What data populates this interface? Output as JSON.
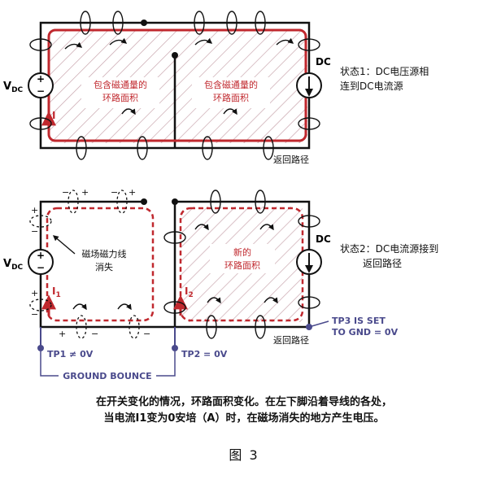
{
  "colors": {
    "wire": "#111111",
    "loop": "#c0282e",
    "hatch": "#c9a6ae",
    "tp": "#4a4a8c",
    "label_red": "#c0282e"
  },
  "top": {
    "vdc": "V",
    "vdc_sub": "DC",
    "plus": "+",
    "minus": "−",
    "current": "I",
    "dc": "DC",
    "left_area": [
      "包含磁通量的",
      "环路面积"
    ],
    "right_area": [
      "包含磁通量的",
      "环路面积"
    ],
    "state": [
      "状态1：DC电压源相",
      "连到DC电流源"
    ],
    "return_path": "返回路径"
  },
  "bottom": {
    "vdc": "V",
    "vdc_sub": "DC",
    "plus": "+",
    "minus": "−",
    "current1": "I",
    "current1_sub": "1",
    "current2": "I",
    "current2_sub": "2",
    "dc": "DC",
    "left_area": [
      "磁场磁力线",
      "消失"
    ],
    "right_area": [
      "新的",
      "环路面积"
    ],
    "state": [
      "状态2：DC电流源接到",
      "返回路径"
    ],
    "return_path": "返回路径",
    "tp1": "TP1 ≠ 0V",
    "tp2": "TP2 = 0V",
    "tp3": [
      "TP3 IS SET",
      "TO GND = 0V"
    ],
    "ground_bounce": "GROUND BOUNCE"
  },
  "caption": [
    "在开关变化的情况，环路面积变化。在左下脚沿着导线的各处，",
    "当电流I1变为0安培（A）时，在磁场消失的地方产生电压。"
  ],
  "figure_title": "图 3"
}
